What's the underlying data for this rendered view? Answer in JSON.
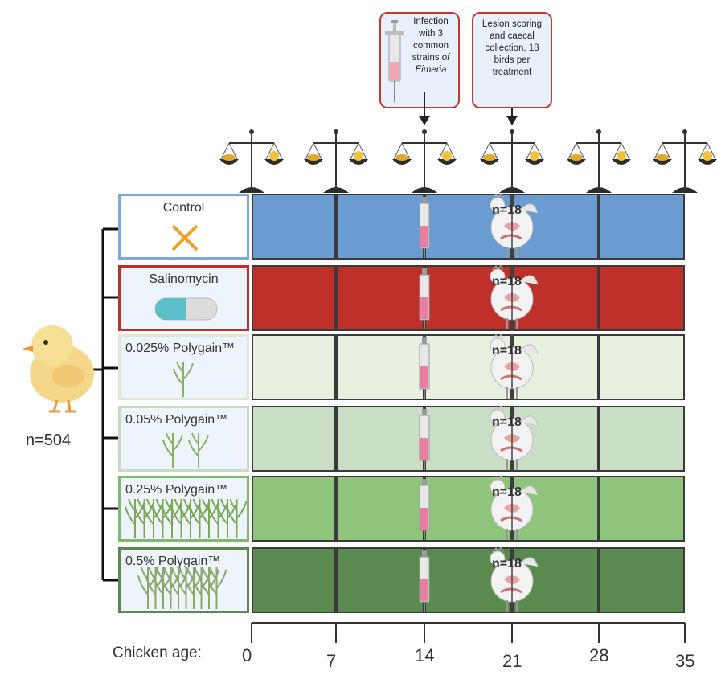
{
  "callouts": [
    {
      "id": "infection",
      "lines": [
        "Infection",
        "with 3",
        "common",
        "strains ",
        "Eimeria"
      ],
      "italic_frag": "of"
    },
    {
      "id": "lesion",
      "lines": [
        "Lesion scoring",
        "and caecal",
        "collection, 18",
        "birds per",
        "treatment"
      ]
    }
  ],
  "treatments": [
    {
      "label": "Control",
      "color": "#6a9bd1",
      "border": "#7ea7dd",
      "n": "n=18"
    },
    {
      "label": "Salinomycin",
      "color": "#c0302b",
      "border": "#c0302b",
      "n": "n=18"
    },
    {
      "label": "0.025% Polygain™",
      "color": "#e8f0df",
      "border": "#dce8d3",
      "n": "n=18"
    },
    {
      "label": "0.05% Polygain™",
      "color": "#c9dec4",
      "border": "#c6dcc1",
      "n": "n=18"
    },
    {
      "label": "0.25% Polygain™",
      "color": "#8ec47b",
      "border": "#80b96c",
      "n": "n=18"
    },
    {
      "label": "0.5% Polygain™",
      "color": "#5a8a4f",
      "border": "#5a8a4f",
      "n": "n=18"
    }
  ],
  "total_n": "n=504",
  "axis": {
    "label": "Chicken age:",
    "ticks": [
      "0",
      "7",
      "14",
      "21",
      "28",
      "35"
    ]
  },
  "icons": [
    "syringe-icon",
    "chicken-icon",
    "chick-icon",
    "scale-icon",
    "cross-icon",
    "capsule-icon",
    "grass-icon"
  ]
}
